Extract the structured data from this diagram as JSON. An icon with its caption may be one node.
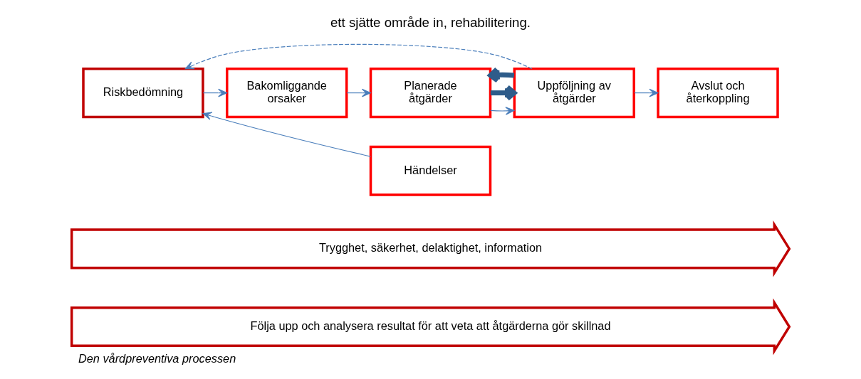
{
  "diagram": {
    "caption": "Den vårdpreventiva processen",
    "nodes": [
      {
        "text": [
          "Riskbedömning"
        ]
      },
      {
        "text": [
          "Bakomliggande orsaker"
        ]
      },
      {
        "text": [
          "Planerade åtgärder"
        ]
      },
      {
        "text": [
          "Uppföljning av åtgärder"
        ]
      },
      {
        "text": [
          "Avslut och återkoppling"
        ]
      },
      {
        "text": [
          "Händelser"
        ]
      },
      {
        "text": [
          "Trygghet, säkerhet, delaktighet, information"
        ]
      },
      {
        "text": [
          "Följa upp och analysera resultat för att veta att åtgärderna gör skillnad"
        ]
      }
    ],
    "edges": [
      {
        "from": 0,
        "to": 1,
        "arrow": "to"
      },
      {
        "from": 1,
        "to": 2,
        "arrow": "to"
      },
      {
        "from": 2,
        "to": 3,
        "arrow": "to"
      },
      {
        "from": 3,
        "to": 4,
        "arrow": "to"
      },
      {
        "from": 2,
        "to": 3,
        "arrow": "to",
        "style": "thick",
        "color": "#2e5c8a"
      },
      {
        "from": 3,
        "to": 2,
        "arrow": "to",
        "style": "thick",
        "color": "#2e5c8a"
      },
      {
        "from": 3,
        "to": 0,
        "arrow": "to",
        "style": "dashed"
      },
      {
        "from": 5,
        "to": 0,
        "arrow": "to"
      }
    ],
    "labels": [
      "ett sjätte område in, rehabilitering."
    ]
  }
}
